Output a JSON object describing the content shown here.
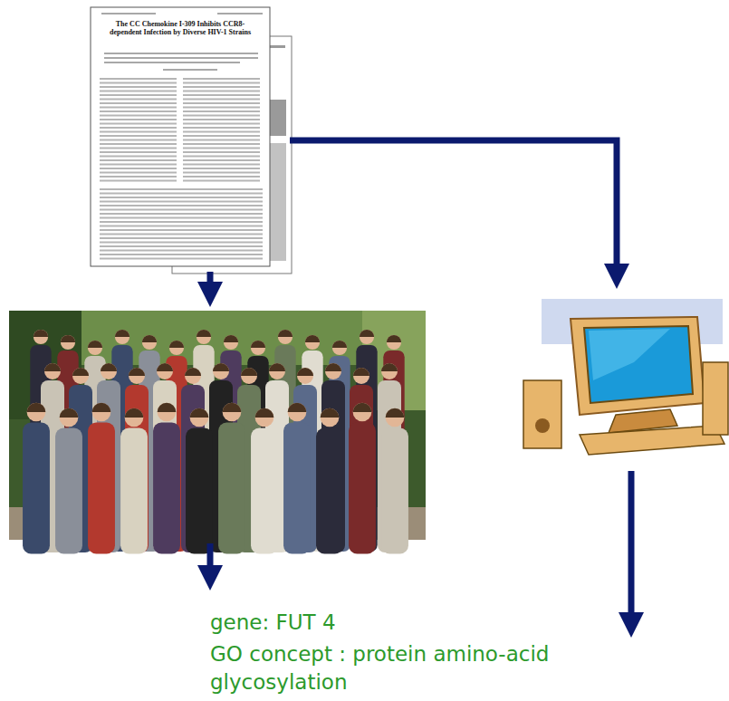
{
  "diagram": {
    "nodes": [
      {
        "text": [
          "The CC Chemokine I-309 Inhibits CCR8-dependent Infection by Diverse HIV-1 Strains"
        ]
      },
      {
        "text": [
          "gene: FUT 4",
          "GO concept : protein amino-acid glycosylation"
        ]
      }
    ]
  }
}
